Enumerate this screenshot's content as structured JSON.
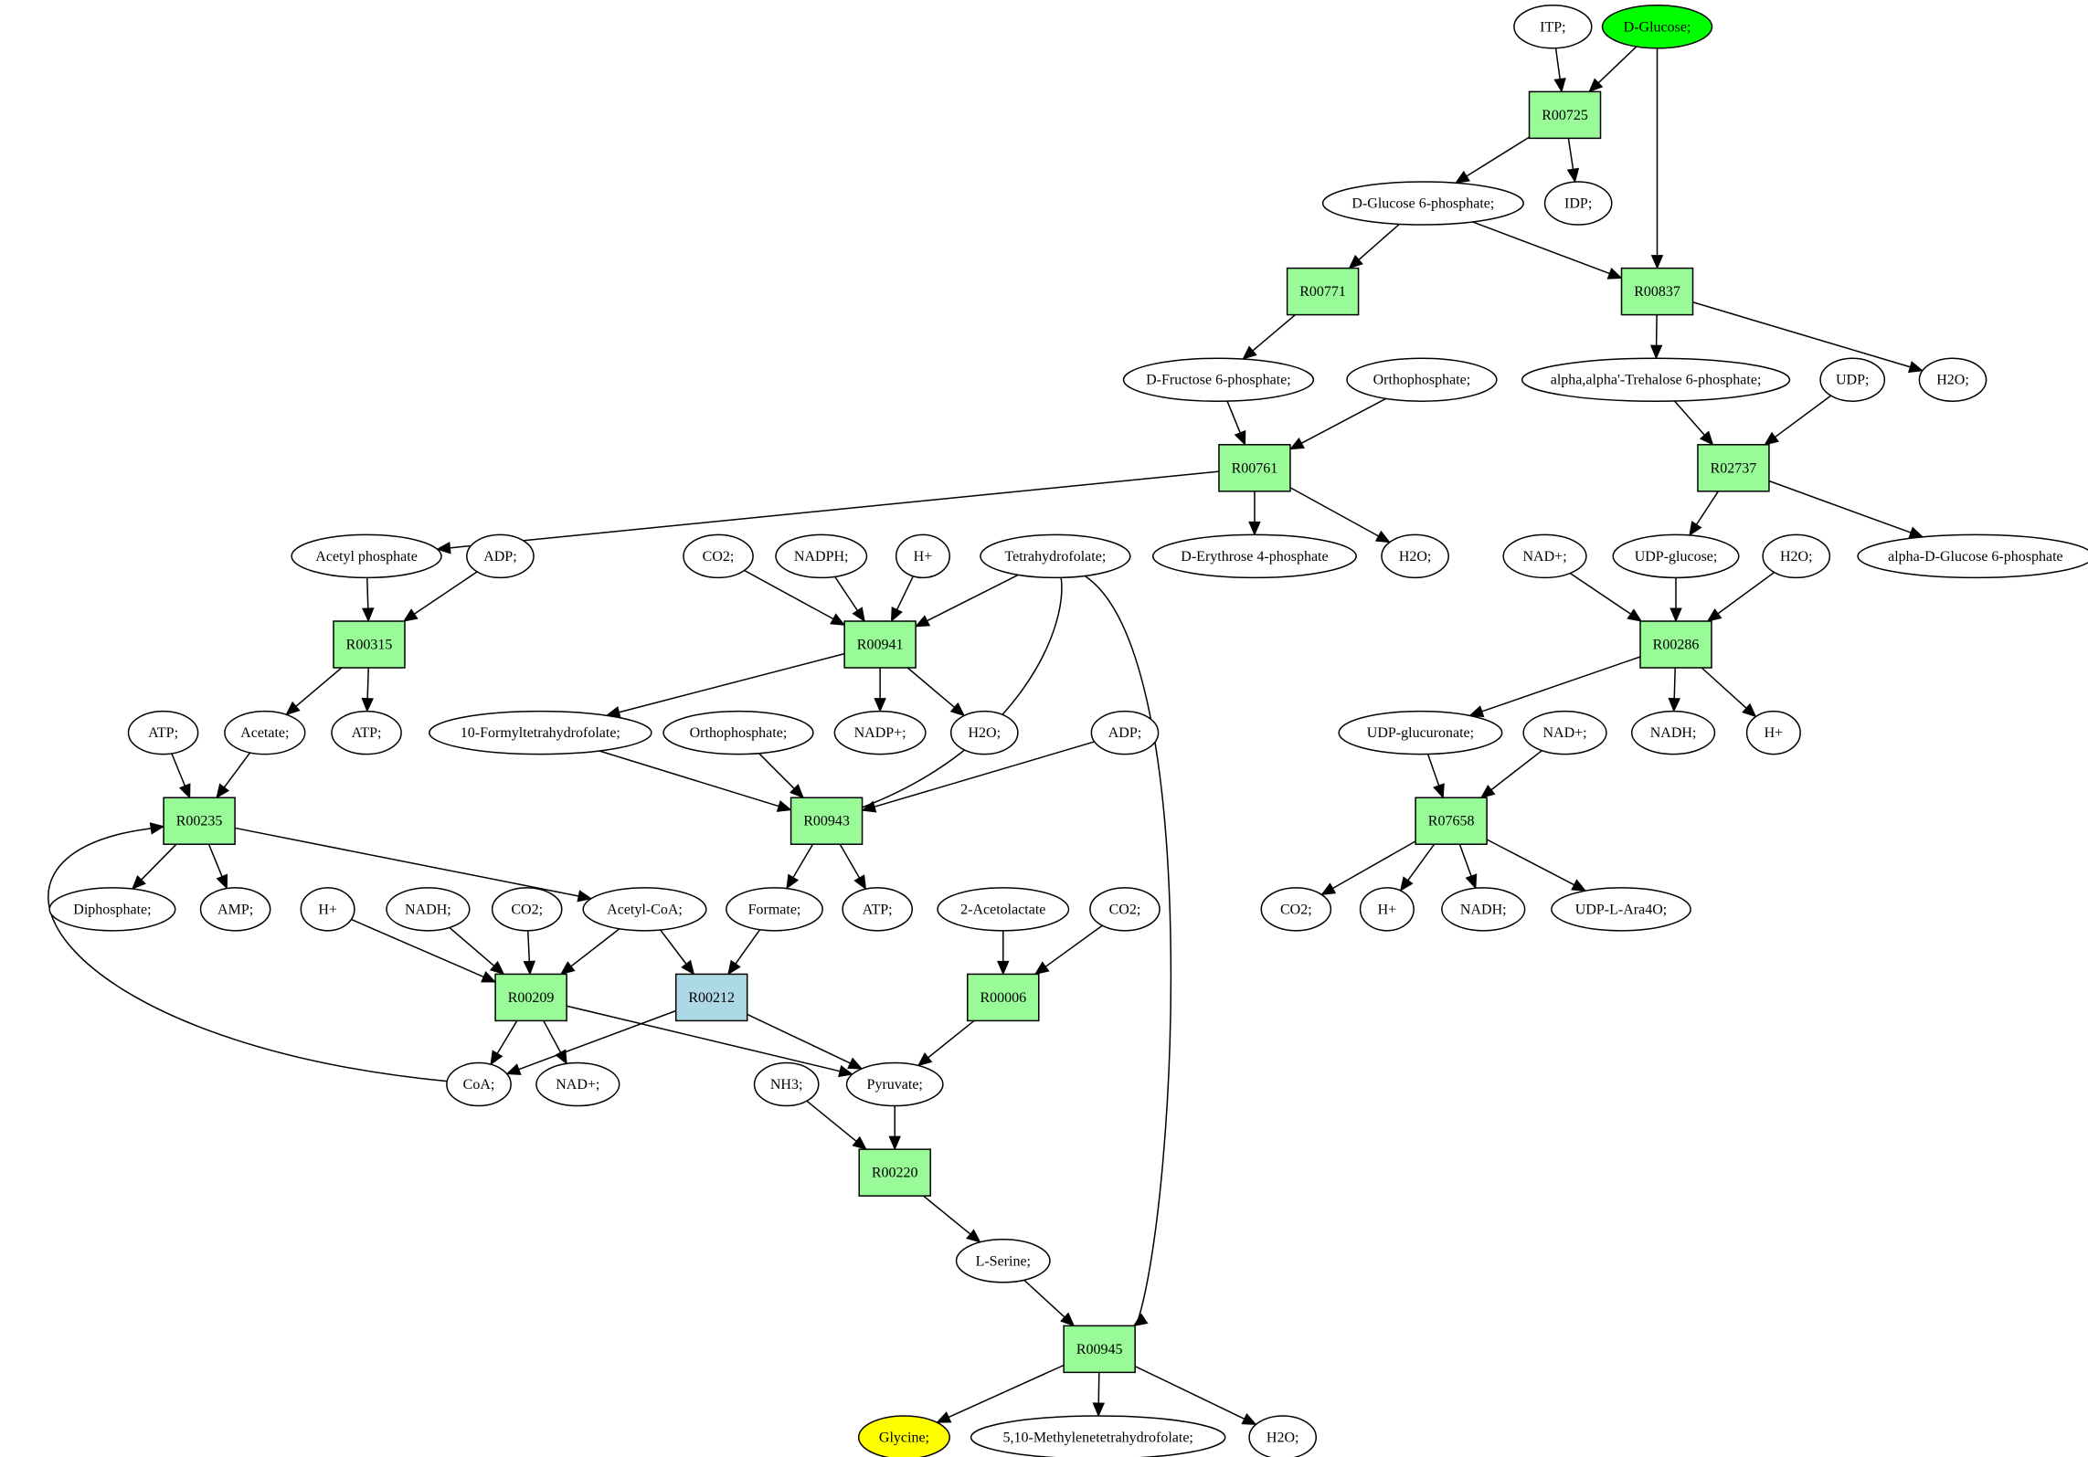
{
  "colors": {
    "reaction": "#98fb98",
    "reaction_highlight": "#add8e6",
    "source": "#00ff00",
    "target": "#ffff00",
    "molecule": "#ffffff",
    "stroke": "#000000"
  },
  "molecules": [
    {
      "id": "itp",
      "label": "ITP;"
    },
    {
      "id": "dglucose",
      "label": "D-Glucose;",
      "role": "source"
    },
    {
      "id": "g6p",
      "label": "D-Glucose 6-phosphate;"
    },
    {
      "id": "idp",
      "label": "IDP;"
    },
    {
      "id": "f6p",
      "label": "D-Fructose 6-phosphate;"
    },
    {
      "id": "orthophos1",
      "label": "Orthophosphate;"
    },
    {
      "id": "trehalose6p",
      "label": "alpha,alpha'-Trehalose 6-phosphate;"
    },
    {
      "id": "udp",
      "label": "UDP;"
    },
    {
      "id": "h2o_a",
      "label": "H2O;"
    },
    {
      "id": "acetylp",
      "label": "Acetyl phosphate"
    },
    {
      "id": "adp1",
      "label": "ADP;"
    },
    {
      "id": "co2_a",
      "label": "CO2;"
    },
    {
      "id": "nadph",
      "label": "NADPH;"
    },
    {
      "id": "hplus_a",
      "label": "H+"
    },
    {
      "id": "thf",
      "label": "Tetrahydrofolate;"
    },
    {
      "id": "e4p",
      "label": "D-Erythrose 4-phosphate"
    },
    {
      "id": "h2o_b",
      "label": "H2O;"
    },
    {
      "id": "nadplus_a",
      "label": "NAD+;"
    },
    {
      "id": "udpglucose",
      "label": "UDP-glucose;"
    },
    {
      "id": "h2o_c",
      "label": "H2O;"
    },
    {
      "id": "adg6p",
      "label": "alpha-D-Glucose 6-phosphate"
    },
    {
      "id": "atp_a",
      "label": "ATP;"
    },
    {
      "id": "acetate",
      "label": "Acetate;"
    },
    {
      "id": "atp_b",
      "label": "ATP;"
    },
    {
      "id": "formylthf",
      "label": "10-Formyltetrahydrofolate;"
    },
    {
      "id": "orthophos2",
      "label": "Orthophosphate;"
    },
    {
      "id": "nadpplus",
      "label": "NADP+;"
    },
    {
      "id": "h2o_d",
      "label": "H2O;"
    },
    {
      "id": "adp2",
      "label": "ADP;"
    },
    {
      "id": "udpglucuronate",
      "label": "UDP-glucuronate;"
    },
    {
      "id": "nadplus_b",
      "label": "NAD+;"
    },
    {
      "id": "nadh_a",
      "label": "NADH;"
    },
    {
      "id": "hplus_b",
      "label": "H+"
    },
    {
      "id": "diphosphate",
      "label": "Diphosphate;"
    },
    {
      "id": "amp",
      "label": "AMP;"
    },
    {
      "id": "hplus_c",
      "label": "H+"
    },
    {
      "id": "nadh_b",
      "label": "NADH;"
    },
    {
      "id": "co2_b",
      "label": "CO2;"
    },
    {
      "id": "acetylcoa",
      "label": "Acetyl-CoA;"
    },
    {
      "id": "formate",
      "label": "Formate;"
    },
    {
      "id": "atp_c",
      "label": "ATP;"
    },
    {
      "id": "acetolactate",
      "label": "2-Acetolactate"
    },
    {
      "id": "co2_c",
      "label": "CO2;"
    },
    {
      "id": "co2_d",
      "label": "CO2;"
    },
    {
      "id": "hplus_d",
      "label": "H+"
    },
    {
      "id": "nadh_c",
      "label": "NADH;"
    },
    {
      "id": "udpara4o",
      "label": "UDP-L-Ara4O;"
    },
    {
      "id": "coa",
      "label": "CoA;"
    },
    {
      "id": "nadplus_c",
      "label": "NAD+;"
    },
    {
      "id": "nh3",
      "label": "NH3;"
    },
    {
      "id": "pyruvate",
      "label": "Pyruvate;"
    },
    {
      "id": "lserine",
      "label": "L-Serine;"
    },
    {
      "id": "glycine",
      "label": "Glycine;",
      "role": "target"
    },
    {
      "id": "methylenethf",
      "label": "5,10-Methylenetetrahydrofolate;"
    },
    {
      "id": "h2o_e",
      "label": "H2O;"
    }
  ],
  "reactions": [
    {
      "id": "R00725",
      "label": "R00725"
    },
    {
      "id": "R00771",
      "label": "R00771"
    },
    {
      "id": "R00837",
      "label": "R00837"
    },
    {
      "id": "R00761",
      "label": "R00761"
    },
    {
      "id": "R02737",
      "label": "R02737"
    },
    {
      "id": "R00315",
      "label": "R00315"
    },
    {
      "id": "R00941",
      "label": "R00941"
    },
    {
      "id": "R00286",
      "label": "R00286"
    },
    {
      "id": "R00235",
      "label": "R00235"
    },
    {
      "id": "R00943",
      "label": "R00943"
    },
    {
      "id": "R07658",
      "label": "R07658"
    },
    {
      "id": "R00209",
      "label": "R00209"
    },
    {
      "id": "R00212",
      "label": "R00212",
      "highlight": true
    },
    {
      "id": "R00006",
      "label": "R00006"
    },
    {
      "id": "R00220",
      "label": "R00220"
    },
    {
      "id": "R00945",
      "label": "R00945"
    }
  ],
  "edges": [
    [
      "itp",
      "R00725"
    ],
    [
      "dglucose",
      "R00725"
    ],
    [
      "R00725",
      "g6p"
    ],
    [
      "R00725",
      "idp"
    ],
    [
      "dglucose",
      "R00837"
    ],
    [
      "g6p",
      "R00771"
    ],
    [
      "g6p",
      "R00837"
    ],
    [
      "R00771",
      "f6p"
    ],
    [
      "R00837",
      "trehalose6p"
    ],
    [
      "R00837",
      "h2o_a"
    ],
    [
      "f6p",
      "R00761"
    ],
    [
      "orthophos1",
      "R00761"
    ],
    [
      "R00761",
      "acetylp"
    ],
    [
      "R00761",
      "e4p"
    ],
    [
      "R00761",
      "h2o_b"
    ],
    [
      "trehalose6p",
      "R02737"
    ],
    [
      "udp",
      "R02737"
    ],
    [
      "R02737",
      "udpglucose"
    ],
    [
      "R02737",
      "adg6p"
    ],
    [
      "acetylp",
      "R00315"
    ],
    [
      "adp1",
      "R00315"
    ],
    [
      "R00315",
      "acetate"
    ],
    [
      "R00315",
      "atp_b"
    ],
    [
      "co2_a",
      "R00941"
    ],
    [
      "nadph",
      "R00941"
    ],
    [
      "hplus_a",
      "R00941"
    ],
    [
      "thf",
      "R00941"
    ],
    [
      "R00941",
      "formylthf"
    ],
    [
      "R00941",
      "nadpplus"
    ],
    [
      "R00941",
      "h2o_d"
    ],
    [
      "nadplus_a",
      "R00286"
    ],
    [
      "udpglucose",
      "R00286"
    ],
    [
      "h2o_c",
      "R00286"
    ],
    [
      "R00286",
      "udpglucuronate"
    ],
    [
      "R00286",
      "nadh_a"
    ],
    [
      "R00286",
      "hplus_b"
    ],
    [
      "atp_a",
      "R00235"
    ],
    [
      "acetate",
      "R00235"
    ],
    [
      "coa",
      "R00235"
    ],
    [
      "R00235",
      "diphosphate"
    ],
    [
      "R00235",
      "amp"
    ],
    [
      "R00235",
      "acetylcoa"
    ],
    [
      "formylthf",
      "R00943"
    ],
    [
      "orthophos2",
      "R00943"
    ],
    [
      "adp2",
      "R00943"
    ],
    [
      "R00943",
      "thf"
    ],
    [
      "R00943",
      "formate"
    ],
    [
      "R00943",
      "atp_c"
    ],
    [
      "udpglucuronate",
      "R07658"
    ],
    [
      "nadplus_b",
      "R07658"
    ],
    [
      "R07658",
      "co2_d"
    ],
    [
      "R07658",
      "hplus_d"
    ],
    [
      "R07658",
      "nadh_c"
    ],
    [
      "R07658",
      "udpara4o"
    ],
    [
      "hplus_c",
      "R00209"
    ],
    [
      "nadh_b",
      "R00209"
    ],
    [
      "co2_b",
      "R00209"
    ],
    [
      "acetylcoa",
      "R00209"
    ],
    [
      "R00209",
      "coa"
    ],
    [
      "R00209",
      "nadplus_c"
    ],
    [
      "R00209",
      "pyruvate"
    ],
    [
      "acetylcoa",
      "R00212"
    ],
    [
      "formate",
      "R00212"
    ],
    [
      "R00212",
      "coa"
    ],
    [
      "R00212",
      "pyruvate"
    ],
    [
      "acetolactate",
      "R00006"
    ],
    [
      "co2_c",
      "R00006"
    ],
    [
      "R00006",
      "pyruvate"
    ],
    [
      "nh3",
      "R00220"
    ],
    [
      "pyruvate",
      "R00220"
    ],
    [
      "R00220",
      "lserine"
    ],
    [
      "lserine",
      "R00945"
    ],
    [
      "thf",
      "R00945"
    ],
    [
      "R00945",
      "glycine"
    ],
    [
      "R00945",
      "methylenethf"
    ],
    [
      "R00945",
      "h2o_e"
    ]
  ]
}
